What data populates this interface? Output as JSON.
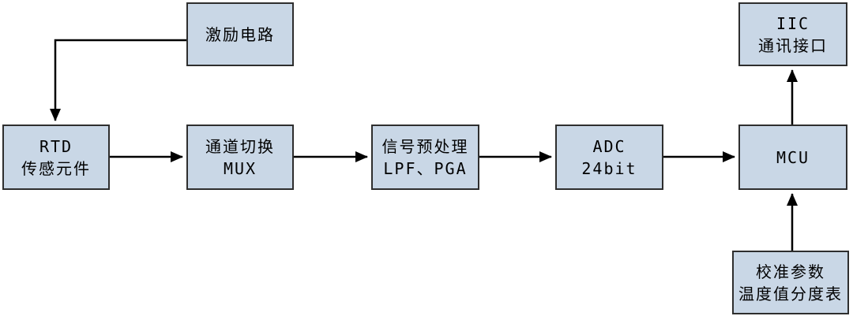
{
  "diagram": {
    "boxes": {
      "excitation": {
        "line1": "激励电路"
      },
      "rtd": {
        "line1": "RTD",
        "line2": "传感元件"
      },
      "mux": {
        "line1": "通道切换",
        "line2": "MUX"
      },
      "preprocess": {
        "line1": "信号预处理",
        "line2": "LPF、PGA"
      },
      "adc": {
        "line1": "ADC",
        "line2": "24bit"
      },
      "mcu": {
        "line1": "MCU"
      },
      "iic": {
        "line1": "IIC",
        "line2": "通讯接口"
      },
      "calibration": {
        "line1": "校准参数",
        "line2": "温度值分度表"
      }
    },
    "connections": [
      "excitation -> rtd",
      "rtd -> mux",
      "mux -> preprocess",
      "preprocess -> adc",
      "adc -> mcu",
      "mcu -> iic",
      "calibration -> mcu"
    ]
  },
  "colors": {
    "background": "#ffffff",
    "box_fill": "#c9d7e6",
    "box_border": "#2e2e2e",
    "arrow": "#000000"
  }
}
